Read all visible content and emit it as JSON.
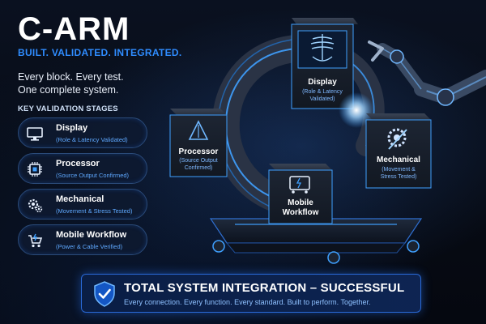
{
  "title": "C-ARM",
  "tagline": "BUILT. VALIDATED. INTEGRATED.",
  "intro": [
    "Every block. Every test.",
    "One complete system."
  ],
  "stages_heading": "KEY VALIDATION STAGES",
  "stages": [
    {
      "name": "Display",
      "sub": "(Role & Latency Validated)",
      "icon": "monitor-icon"
    },
    {
      "name": "Processor",
      "sub": "(Source Output Confirmed)",
      "icon": "chip-icon"
    },
    {
      "name": "Mechanical",
      "sub": "(Movement & Stress Tested)",
      "icon": "gears-icon"
    },
    {
      "name": "Mobile Workflow",
      "sub": "(Power & Cable Verified)",
      "icon": "cart-icon"
    }
  ],
  "blocks": {
    "display": {
      "title": "Display",
      "sub1": "(Role & Latency",
      "sub2": "Validated)"
    },
    "processor": {
      "title": "Processor",
      "sub1": "(Source Output",
      "sub2": "Confirmed)"
    },
    "mechanical": {
      "title": "Mechanical",
      "sub1": "(Movement &",
      "sub2": "Stress Tested)"
    },
    "mobile": {
      "title": "Mobile",
      "title2": "Workflow"
    }
  },
  "banner": {
    "title": "TOTAL SYSTEM INTEGRATION – SUCCESSFUL",
    "subtitle": "Every connection. Every function. Every standard. Built to perform. Together."
  },
  "colors": {
    "accent": "#2f8cff",
    "glow": "#3fa0ff",
    "background": "#070b14"
  }
}
